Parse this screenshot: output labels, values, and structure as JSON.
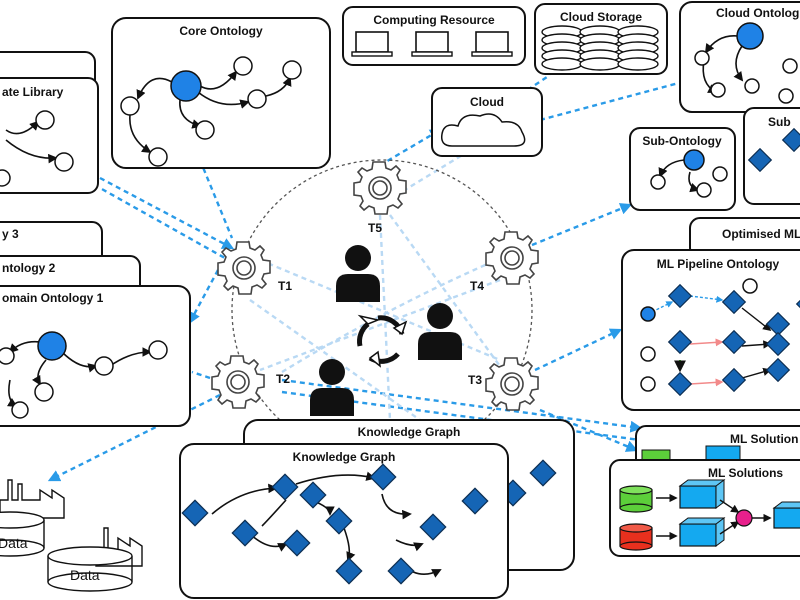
{
  "labels": {
    "core_ontology": "Core Ontology",
    "template_library": "ate Library",
    "computing_resource": "Computing Resource",
    "cloud_storage": "Cloud Storage",
    "cloud_ontology": "Cloud Ontolog",
    "cloud": "Cloud",
    "sub_ontology": "Sub-Ontology",
    "sub_ontology_2": "Sub",
    "optimised_ml": "Optimised ML",
    "ml_pipeline_ontology": "ML Pipeline Ontology",
    "domain_ontology_3": "y 3",
    "domain_ontology_2": "ntology 2",
    "domain_ontology_1": "omain Ontology 1",
    "knowledge_graph_back": "Knowledge Graph",
    "knowledge_graph_front": "Knowledge Graph",
    "ml_solutions_back": "ML Solution",
    "ml_solutions_front": "ML Solutions",
    "data_1": "Data",
    "data_2": "Data"
  },
  "tools": [
    "T1",
    "T2",
    "T3",
    "T4",
    "T5"
  ],
  "colors": {
    "accent_blue": "#1f82e6",
    "diamond_blue": "#1565b5",
    "link_blue": "#2a9be8",
    "green": "#5ccf3a",
    "red": "#e8301e",
    "cube_blue": "#14a9f0",
    "magenta": "#e8208c"
  },
  "icons": [
    "laptop-icon",
    "database-icon",
    "cloud-icon",
    "gear-icon",
    "person-icon",
    "cycle-arrows-icon",
    "factory-icon"
  ]
}
